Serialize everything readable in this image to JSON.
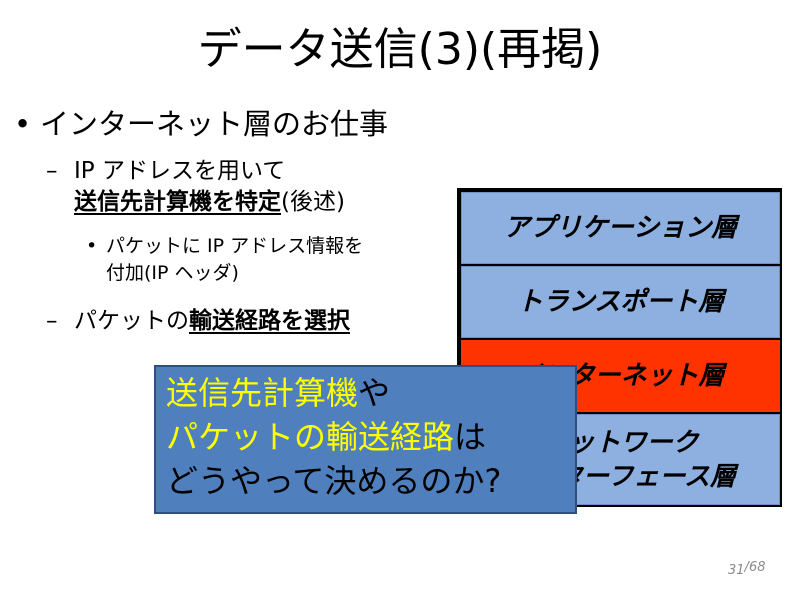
{
  "slide": {
    "title": "データ送信(3)(再掲)",
    "number": "31",
    "total": "68"
  },
  "bullets": {
    "main": {
      "marker": "•",
      "text": "インターネット層のお仕事"
    },
    "sub1": {
      "marker": "–",
      "line1": "IP アドレスを用いて",
      "emphasis": "送信先計算機を特定",
      "suffix": "(後述)"
    },
    "sub1_detail": {
      "marker": "•",
      "line1": "パケットに IP アドレス情報を",
      "line2": "付加(IP ヘッダ)"
    },
    "sub2": {
      "marker": "–",
      "prefix": "パケットの",
      "emphasis": "輸送経路を選択"
    }
  },
  "layers": [
    {
      "line1": "アプリケーション層",
      "line2": ""
    },
    {
      "line1": "トランスポート層",
      "line2": ""
    },
    {
      "line1": "インターネット層",
      "line2": ""
    },
    {
      "line1": "ネットワーク",
      "line2": "インターフェース層"
    }
  ],
  "callout": {
    "line1_highlight": "送信先計算機",
    "line1_rest": "や",
    "line2_highlight": "パケットの輸送経路",
    "line2_rest": "は",
    "line3": "どうやって決めるのか?"
  },
  "colors": {
    "layer_fill": "#8db0e0",
    "layer_highlight": "#ff3300",
    "callout_fill": "#4f7fbd",
    "callout_highlight_text": "#ffff00",
    "callout_text": "#000000"
  }
}
